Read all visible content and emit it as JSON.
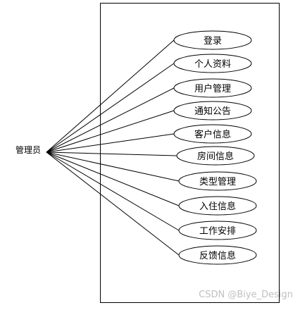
{
  "actor": {
    "label": "管理员"
  },
  "use_cases": [
    "登录",
    "个人资料",
    "用户管理",
    "通知公告",
    "客户信息",
    "房间信息",
    "类型管理",
    "入住信息",
    "工作安排",
    "反馈信息"
  ],
  "watermark": "CSDN @Biye_Design"
}
